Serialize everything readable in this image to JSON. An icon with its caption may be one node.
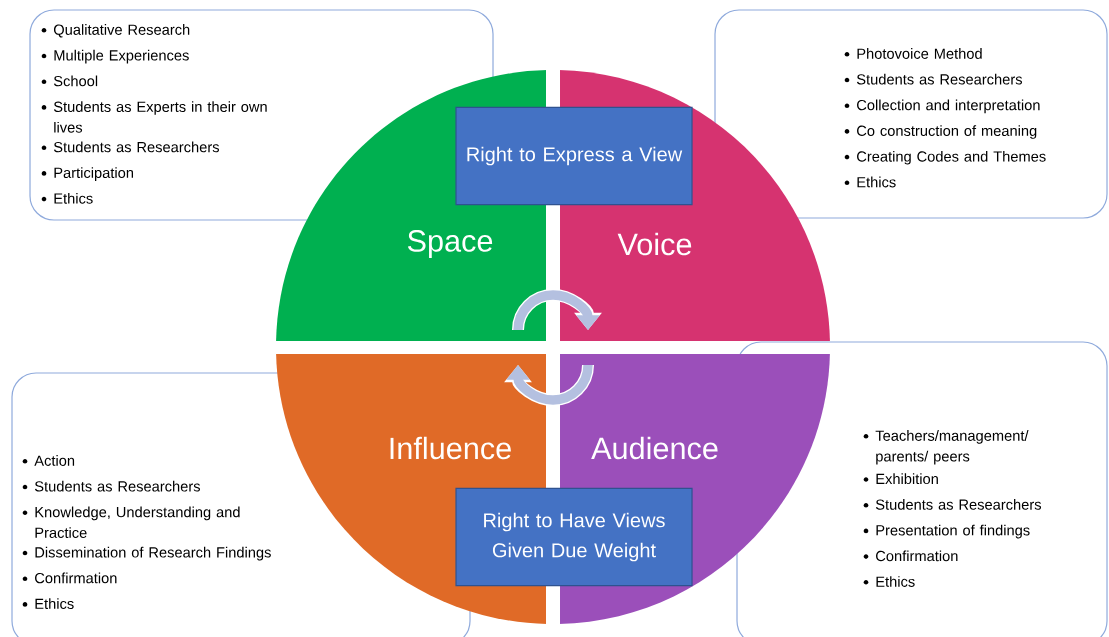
{
  "diagram": {
    "nodes": [
      {
        "text": [
          "Qualitative Research",
          "Multiple Experiences",
          "School",
          "Students as Experts in their own lives",
          "Students as Researchers",
          "Participation",
          "Ethics"
        ]
      },
      {
        "text": [
          "Right to Express a View"
        ]
      },
      {
        "text": [
          "Photovoice  Method",
          "Students as Researchers",
          "Collection and interpretation",
          "Co construction of meaning",
          "Creating Codes and Themes",
          "Ethics"
        ]
      },
      {
        "text": [
          "Space"
        ]
      },
      {
        "text": [
          "Voice"
        ]
      },
      {
        "text": [
          "Action",
          "Students as Researchers",
          "Knowledge, Understanding and Practice",
          "Dissemination of Research Findings",
          "Confirmation",
          "Ethics"
        ]
      },
      {
        "text": [
          "Influence"
        ]
      },
      {
        "text": [
          "Audience"
        ]
      },
      {
        "text": [
          "Teachers/management/ parents/ peers",
          "Exhibition",
          "Students as Researchers",
          "Presentation of findings",
          "Confirmation",
          "Ethics"
        ]
      },
      {
        "text": [
          "Right to Have Views Given Due Weight"
        ]
      }
    ],
    "edges": [
      {
        "from": 3,
        "to": 4,
        "arrow": "to"
      },
      {
        "from": 7,
        "to": 6,
        "arrow": "to"
      }
    ]
  }
}
